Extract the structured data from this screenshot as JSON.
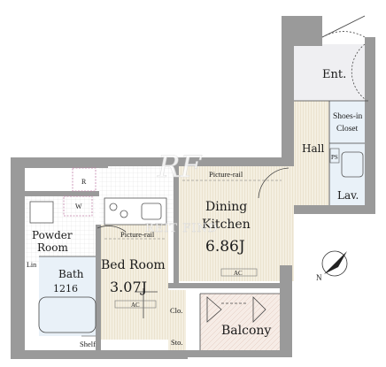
{
  "rooms": {
    "entrance": "Ent.",
    "shoes_closet_line1": "Shoes-in",
    "shoes_closet_line2": "Closet",
    "hall": "Hall",
    "lavatory": "Lav.",
    "dining_kitchen_line1": "Dining",
    "dining_kitchen_line2": "Kitchen",
    "dining_kitchen_area": "6.86J",
    "bedroom": "Bed Room",
    "bedroom_area": "3.07J",
    "powder_room_line1": "Powder",
    "powder_room_line2": "Room",
    "bath": "Bath",
    "bath_size": "1216",
    "balcony": "Balcony",
    "closet": "Clo.",
    "storage": "Sto.",
    "shelf": "Shelf",
    "linen": "Lin"
  },
  "fixtures": {
    "picture_rail_dk": "Picture-rail",
    "picture_rail_br": "Picture-rail",
    "ac_dk": "AC",
    "ac_br": "AC",
    "refrigerator": "R",
    "washer": "W",
    "ps": "PS"
  },
  "watermark": {
    "logo_letters": "RF",
    "text": "REIT FIND"
  },
  "north_arrow": {
    "letter": "N",
    "direction": "north-west"
  }
}
